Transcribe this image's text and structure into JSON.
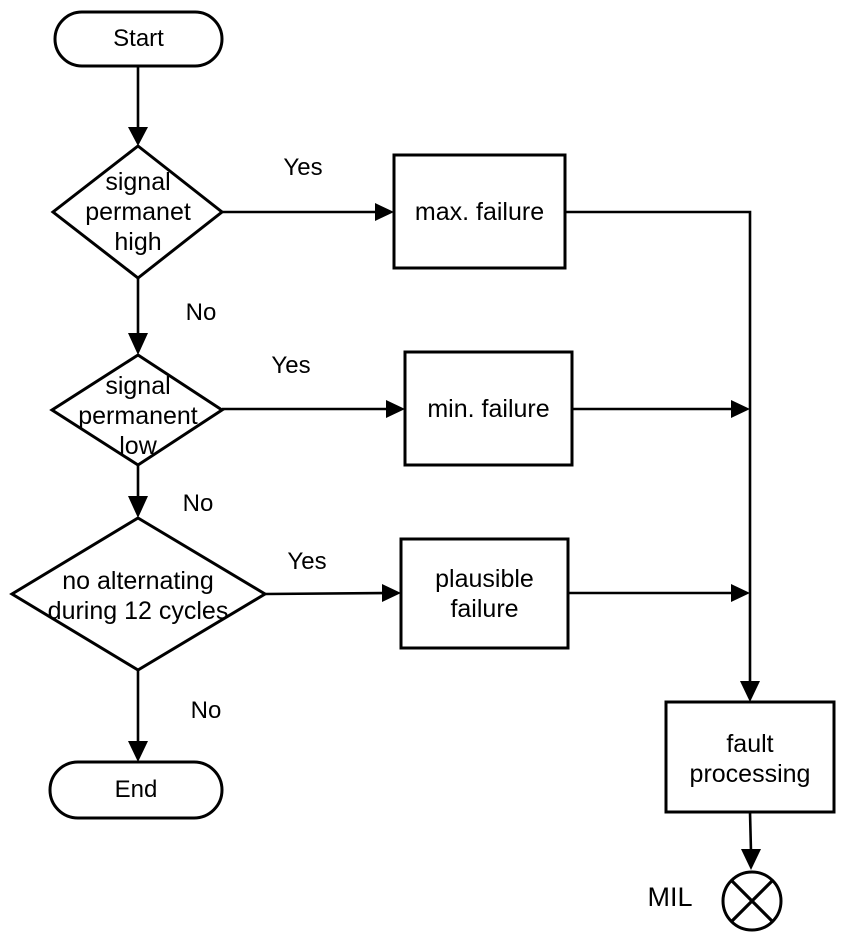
{
  "diagram": {
    "type": "flowchart",
    "colors": {
      "stroke": "#000000",
      "text": "#000000",
      "background": "#ffffff"
    },
    "nodes": {
      "start": {
        "type": "terminator",
        "label": "Start"
      },
      "decision_high": {
        "type": "decision",
        "label": "signal\npermanet\nhigh"
      },
      "decision_low": {
        "type": "decision",
        "label": "signal\npermanent\nlow"
      },
      "decision_alternating": {
        "type": "decision",
        "label": "no alternating\nduring 12 cycles"
      },
      "max_failure": {
        "type": "process",
        "label": "max. failure"
      },
      "min_failure": {
        "type": "process",
        "label": "min. failure"
      },
      "plausible_failure": {
        "type": "process",
        "label": "plausible\nfailure"
      },
      "fault_processing": {
        "type": "process",
        "label": "fault\nprocessing"
      },
      "end": {
        "type": "terminator",
        "label": "End"
      },
      "mil": {
        "type": "indicator-lamp",
        "label": "MIL"
      }
    },
    "edges": [
      {
        "from": "start",
        "to": "decision_high",
        "label": ""
      },
      {
        "from": "decision_high",
        "to": "max_failure",
        "label": "Yes"
      },
      {
        "from": "decision_high",
        "to": "decision_low",
        "label": "No"
      },
      {
        "from": "decision_low",
        "to": "min_failure",
        "label": "Yes"
      },
      {
        "from": "decision_low",
        "to": "decision_alternating",
        "label": "No"
      },
      {
        "from": "decision_alternating",
        "to": "plausible_failure",
        "label": "Yes"
      },
      {
        "from": "decision_alternating",
        "to": "end",
        "label": "No"
      },
      {
        "from": "max_failure",
        "to": "fault_processing",
        "label": ""
      },
      {
        "from": "min_failure",
        "to": "fault_processing",
        "label": ""
      },
      {
        "from": "plausible_failure",
        "to": "fault_processing",
        "label": ""
      },
      {
        "from": "fault_processing",
        "to": "mil",
        "label": ""
      }
    ]
  }
}
